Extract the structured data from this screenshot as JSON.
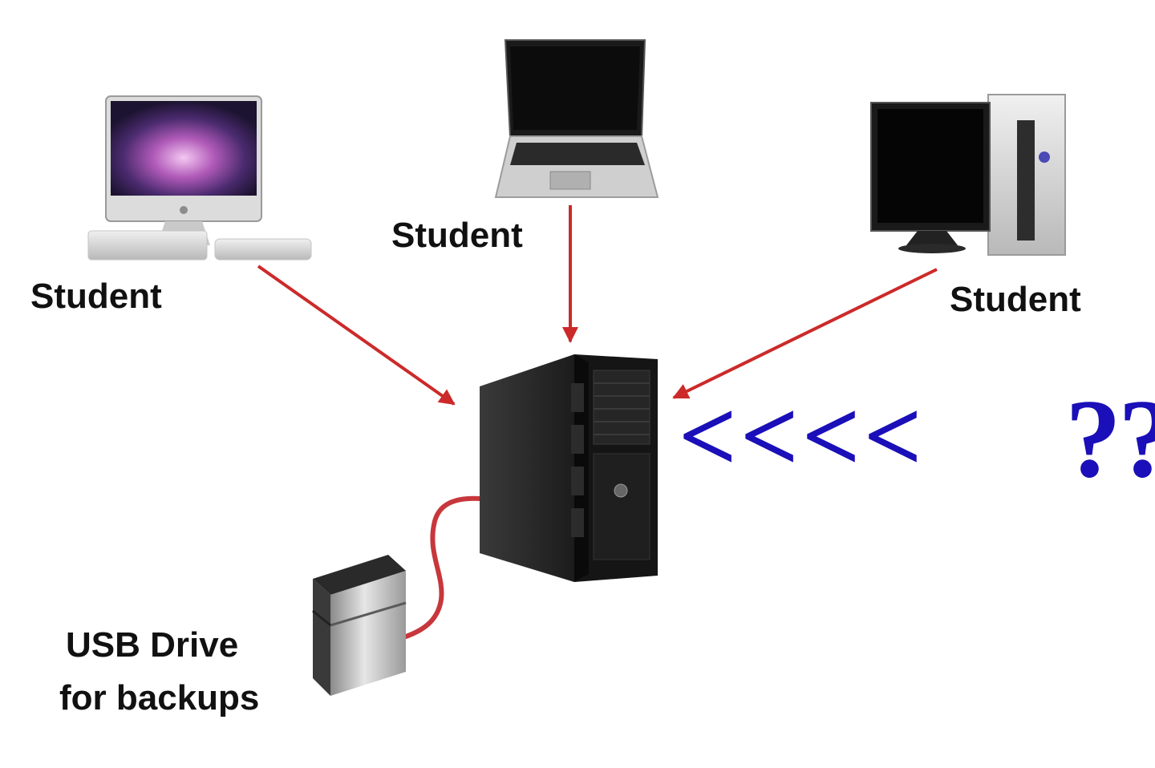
{
  "labels": {
    "imac": "Student",
    "laptop": "Student",
    "desktop": "Student",
    "usb_line1": "USB Drive",
    "usb_line2": "for backups"
  },
  "annotation": {
    "arrows": "<<<<",
    "question": "??"
  },
  "colors": {
    "arrow": "#cc2a2a",
    "annotation": "#1a0fb8",
    "label": "#111111",
    "cable": "#c7373b"
  },
  "icons": [
    "imac-icon",
    "laptop-icon",
    "desktop-pc-icon",
    "server-tower-icon",
    "usb-drive-icon"
  ]
}
